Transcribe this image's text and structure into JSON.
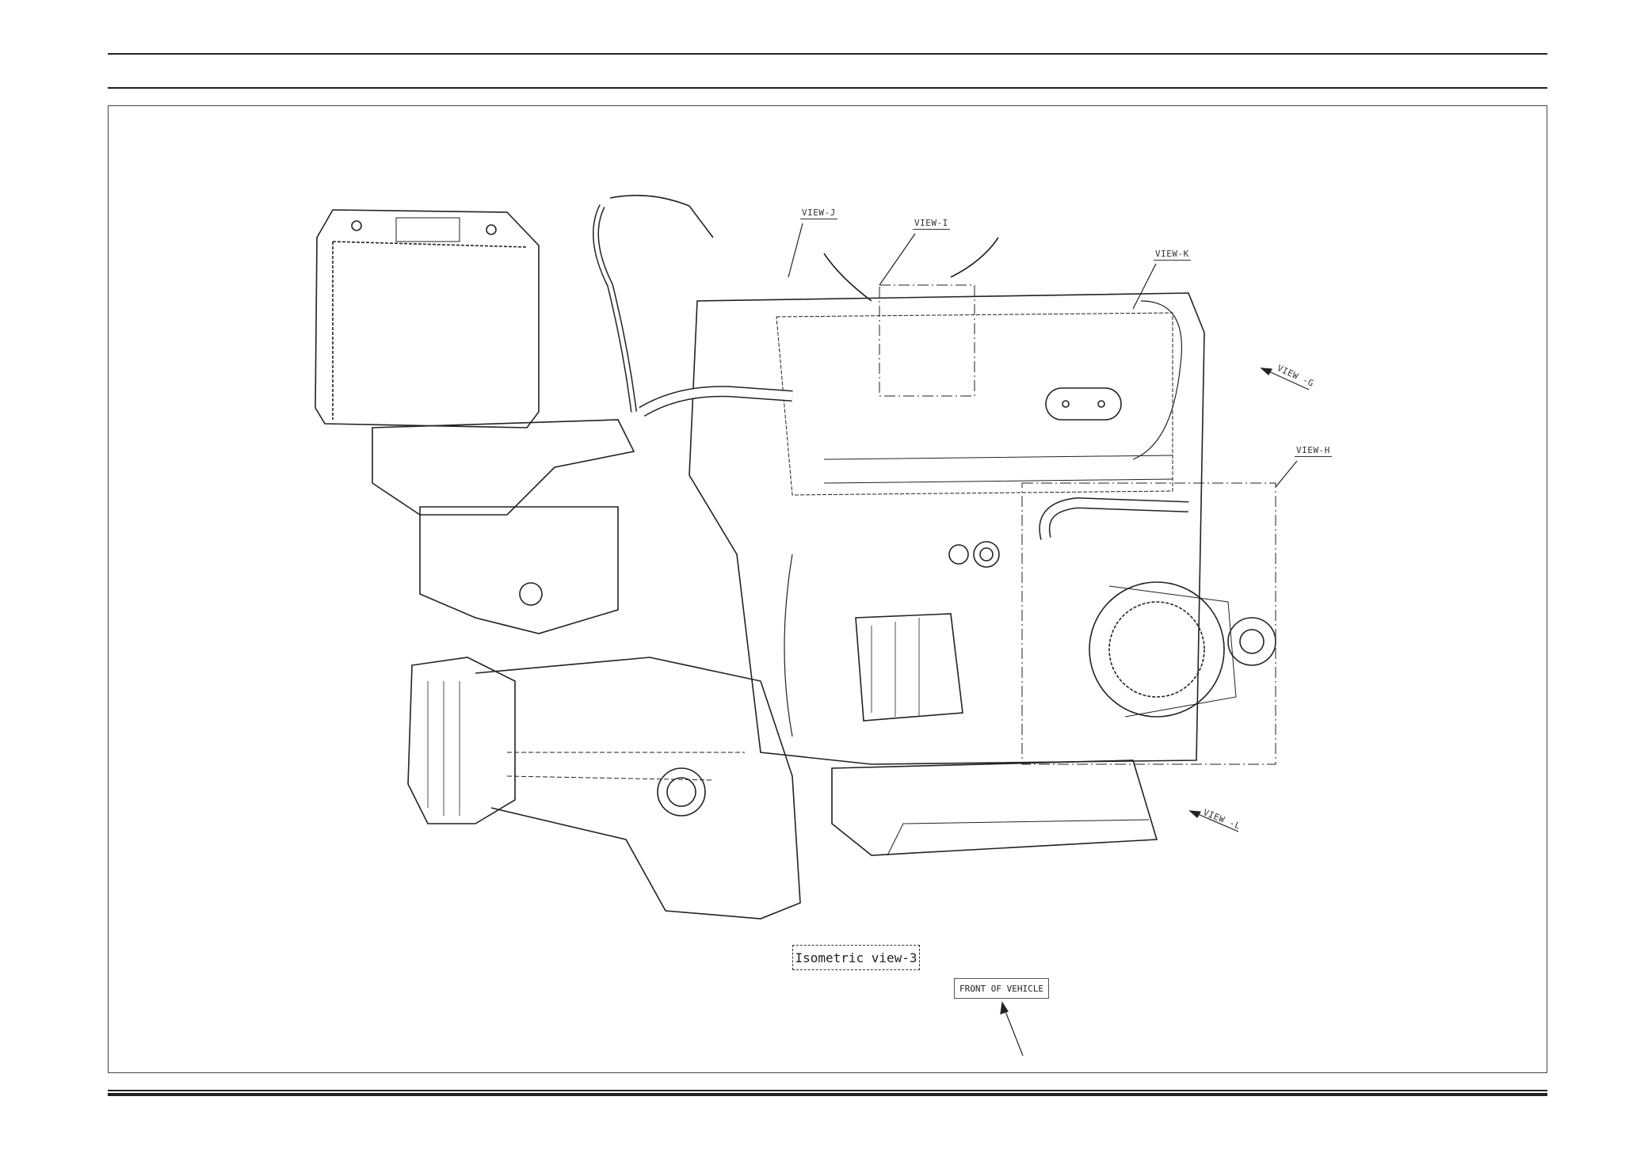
{
  "drawing": {
    "callouts": {
      "view_j": "VIEW-J",
      "view_i": "VIEW-I",
      "view_k": "VIEW-K",
      "view_g": "VIEW -G",
      "view_h": "VIEW-H",
      "view_l": "VIEW -L"
    },
    "caption": "Isometric view-3",
    "front_label": "FRONT OF VEHICLE"
  }
}
